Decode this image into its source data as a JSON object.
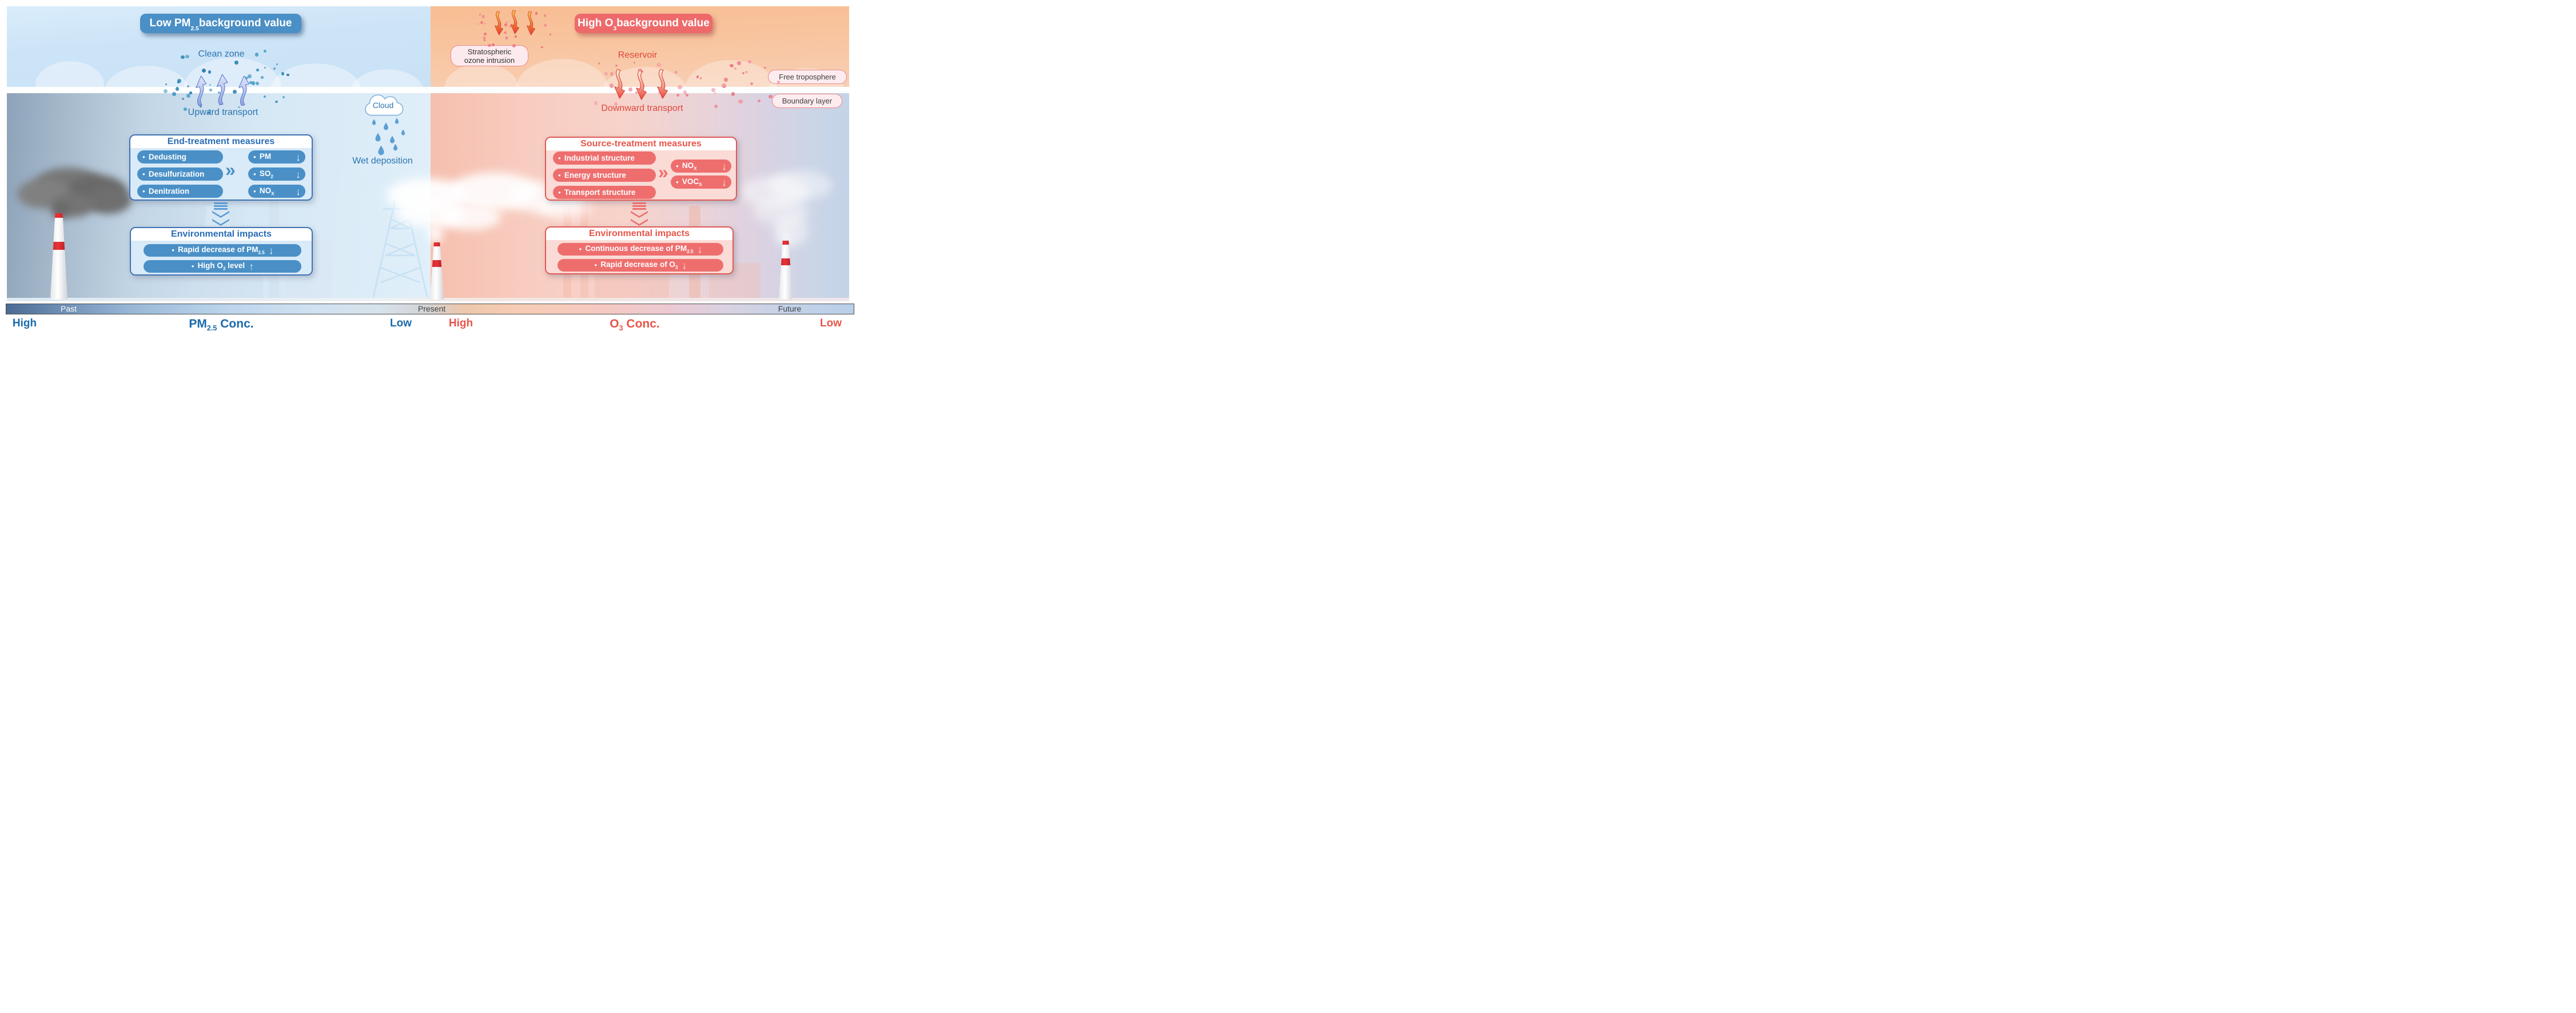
{
  "left_zone": {
    "title": {
      "pre": "Low PM",
      "sub": "2.5",
      "post": " background value"
    },
    "clean_zone_label": "Clean zone",
    "upward_transport_label": "Upward transport",
    "measures_box": {
      "title": "End-treatment measures",
      "measures": [
        "Dedusting",
        "Desulfurization",
        "Denitration"
      ],
      "outputs": [
        {
          "pre": "PM",
          "sub": ""
        },
        {
          "pre": "SO",
          "sub": "2"
        },
        {
          "pre": "NO",
          "sub": "X"
        }
      ]
    },
    "impacts_box": {
      "title": "Environmental impacts",
      "impacts": [
        {
          "pre": "Rapid decrease of PM",
          "sub": "2.5",
          "post": ""
        },
        {
          "pre": "High O",
          "sub": "3",
          "post": " level"
        }
      ]
    },
    "axis_high": "High",
    "axis_conc": {
      "pre": "PM",
      "sub": "2.5",
      "post": " Conc."
    },
    "axis_low": "Low"
  },
  "middle": {
    "cloud_label": "Cloud",
    "wet_deposition_label": "Wet deposition"
  },
  "right_zone": {
    "title": {
      "pre": "High O",
      "sub": "3",
      "post": " background value"
    },
    "stratospheric_line1": "Stratospheric",
    "stratospheric_line2": "ozone intrusion",
    "reservoir_label": "Reservoir",
    "downward_transport_label": "Downward transport",
    "free_troposphere_label": "Free troposphere",
    "boundary_layer_label": "Boundary layer",
    "measures_box": {
      "title": "Source-treatment measures",
      "measures": [
        "Industrial structure",
        "Energy structure",
        "Transport structure"
      ],
      "outputs": [
        {
          "pre": "NO",
          "sub": "X"
        },
        {
          "pre": "VOC",
          "sub": "S"
        }
      ]
    },
    "impacts_box": {
      "title": "Environmental impacts",
      "impacts": [
        {
          "pre": "Continuous decrease of PM",
          "sub": "2.5",
          "post": ""
        },
        {
          "pre": "Rapid decrease of O",
          "sub": "3",
          "post": ""
        }
      ]
    },
    "axis_high": "High",
    "axis_conc": {
      "pre": "O",
      "sub": "3",
      "post": " Conc."
    },
    "axis_low": "Low"
  },
  "timeline": {
    "past": "Past",
    "present": "Present",
    "future": "Future"
  },
  "glyphs": {
    "bullet": "●",
    "arrow_down": "↓",
    "arrow_up": "↑",
    "double_chevron": "»"
  },
  "colors": {
    "left_accent": "#4a90c7",
    "right_accent": "#ee6e6e",
    "left_text": "#2a6db5",
    "right_text": "#e2493d"
  }
}
